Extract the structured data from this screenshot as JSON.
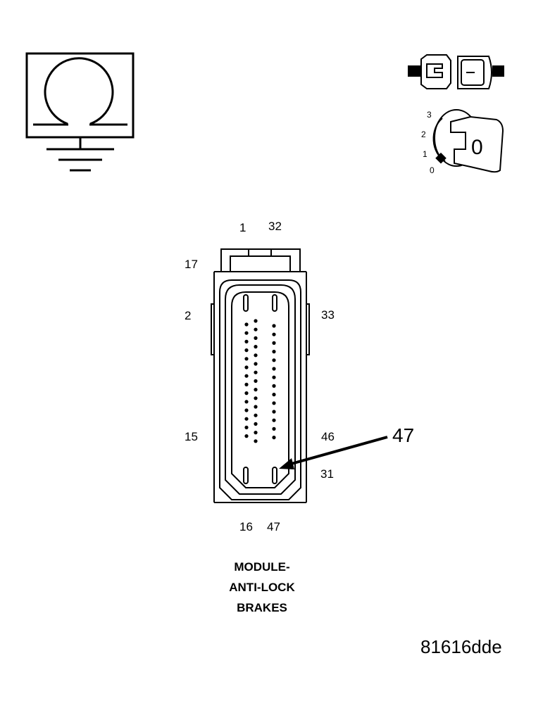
{
  "connector": {
    "pin_labels": {
      "p1": "1",
      "p32": "32",
      "p17": "17",
      "p2": "2",
      "p33": "33",
      "p15": "15",
      "p46": "46",
      "p31": "31",
      "p16": "16",
      "p47": "47"
    },
    "callout": "47"
  },
  "title": {
    "line1": "MODULE-",
    "line2": "ANTI-LOCK",
    "line3": "BRAKES"
  },
  "figure_id": "81616dde",
  "ignition": {
    "positions": {
      "p3": "3",
      "p2": "2",
      "p1": "1",
      "p0": "0"
    },
    "key_position": "0"
  },
  "icons": {
    "resistance": "ohm-meter-ground-icon",
    "connector_state": "disconnected-connector-icon",
    "ignition": "ignition-key-icon"
  },
  "colors": {
    "line": "#000000",
    "background": "#ffffff"
  }
}
